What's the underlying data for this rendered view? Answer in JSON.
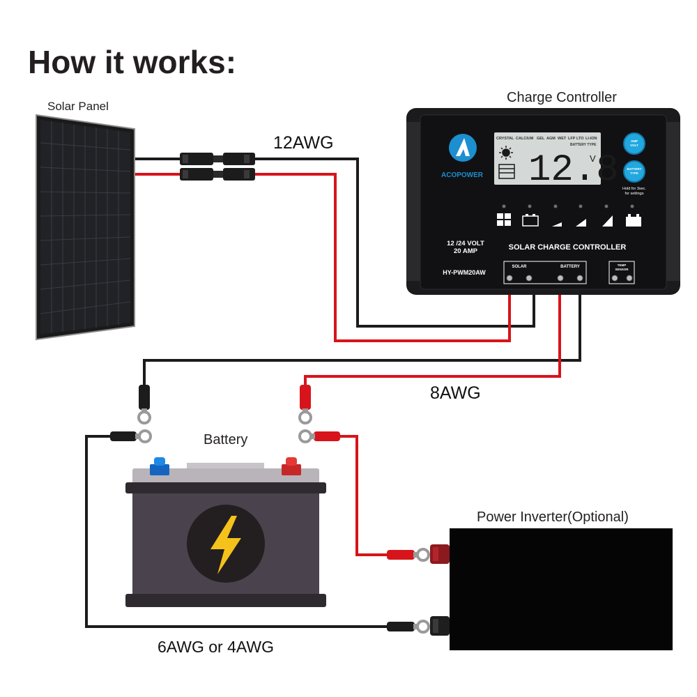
{
  "title": "How it works:",
  "labels": {
    "solar_panel": "Solar Panel",
    "charge_controller": "Charge Controller",
    "battery": "Battery",
    "power_inverter": "Power Inverter(Optional)"
  },
  "wire_gauges": {
    "panel_to_controller": "12AWG",
    "controller_to_battery": "8AWG",
    "battery_to_inverter": "6AWG or 4AWG"
  },
  "controller": {
    "brand": "ACOPOWER",
    "lcd_value": "12.8",
    "lcd_unit": "V",
    "battery_types": [
      "CRYSTAL",
      "CALCIUM",
      "GEL",
      "AGM",
      "WET",
      "LFP",
      "LTO",
      "LI-ION"
    ],
    "battery_type_caption": "BATTERY TYPE",
    "button_amp_volt": [
      "AMP",
      "VOLT"
    ],
    "button_battery_type": [
      "BATTERY",
      "TYPE"
    ],
    "hold_note": [
      "Hold for 3sec.",
      "for settings"
    ],
    "rating": [
      "12 /24 VOLT",
      "20 AMP"
    ],
    "product_name": "SOLAR CHARGE CONTROLLER",
    "model": "HY-PWM20AW",
    "terminal_solar": "SOLAR",
    "terminal_battery": "BATTERY",
    "terminal_temp": [
      "TEMP",
      "SENSOR"
    ]
  },
  "colors": {
    "positive_wire": "#d7141b",
    "negative_wire": "#1c1c1c",
    "controller_body": "#1b1b1d",
    "battery_body": "#4a424d",
    "lightning": "#f4c21a",
    "brand_blue": "#1c8fd0",
    "button_cyan": "#22a8e0"
  }
}
